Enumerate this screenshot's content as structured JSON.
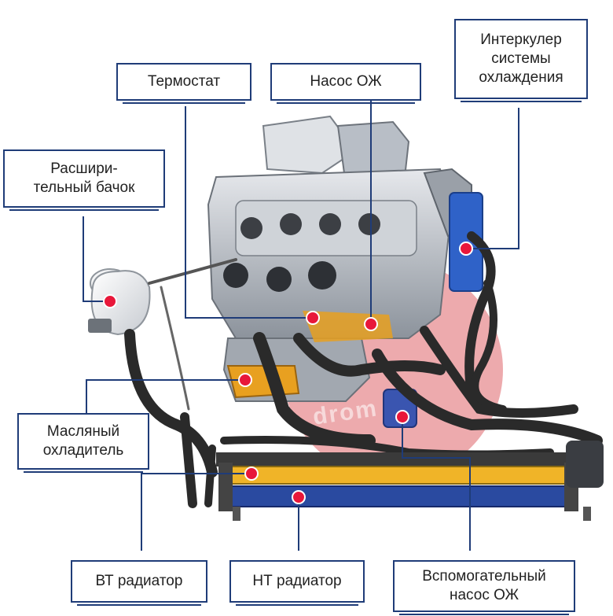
{
  "labels": {
    "thermostat": "Термостат",
    "coolant_pump": "Насос ОЖ",
    "intercooler": "Интеркулер\nсистемы\nохлаждения",
    "expansion_tank": "Расшири-\nтельный бачок",
    "oil_cooler": "Масляный\nохладитель",
    "ht_radiator": "ВТ радиатор",
    "lt_radiator": "НТ радиатор",
    "aux_pump": "Вспомогательный\nнасос ОЖ"
  },
  "watermark": "drom",
  "colors": {
    "label_border": "#1f3c78",
    "leader_line": "#1f3c78",
    "marker": "#e8173a",
    "engine_gray": "#9aa0a8",
    "hose": "#2a2a2a",
    "oil_cooler": "#e8a020",
    "ht_radiator": "#f0b428",
    "lt_radiator": "#2a4aa0",
    "intercooler": "#2f62c8",
    "aux_pump": "#3a55b0",
    "watermark_disc": "#d8424a"
  },
  "icons": {
    "marker": "red-dot-marker"
  }
}
